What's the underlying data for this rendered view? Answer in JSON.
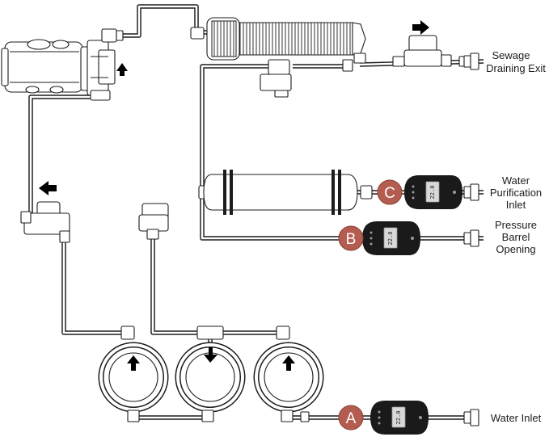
{
  "labels": {
    "sewage_line1": "Sewage",
    "sewage_line2": "Draining Exit",
    "water_purification_line1": "Water",
    "water_purification_line2": "Purification",
    "water_purification_line3": "Inlet",
    "pressure_line1": "Pressure",
    "pressure_line2": "Barrel",
    "pressure_line3": "Opening",
    "water_inlet": "Water Inlet"
  },
  "markers": {
    "a": "A",
    "b": "B",
    "c": "C"
  },
  "meter_screen_text": "22.0",
  "colors": {
    "marker": "#b45c4f",
    "line": "#1c1c1c",
    "meter": "#1a1a1a"
  },
  "icons": [
    "up-arrow-icon",
    "down-arrow-icon",
    "left-arrow-icon",
    "right-arrow-icon"
  ]
}
